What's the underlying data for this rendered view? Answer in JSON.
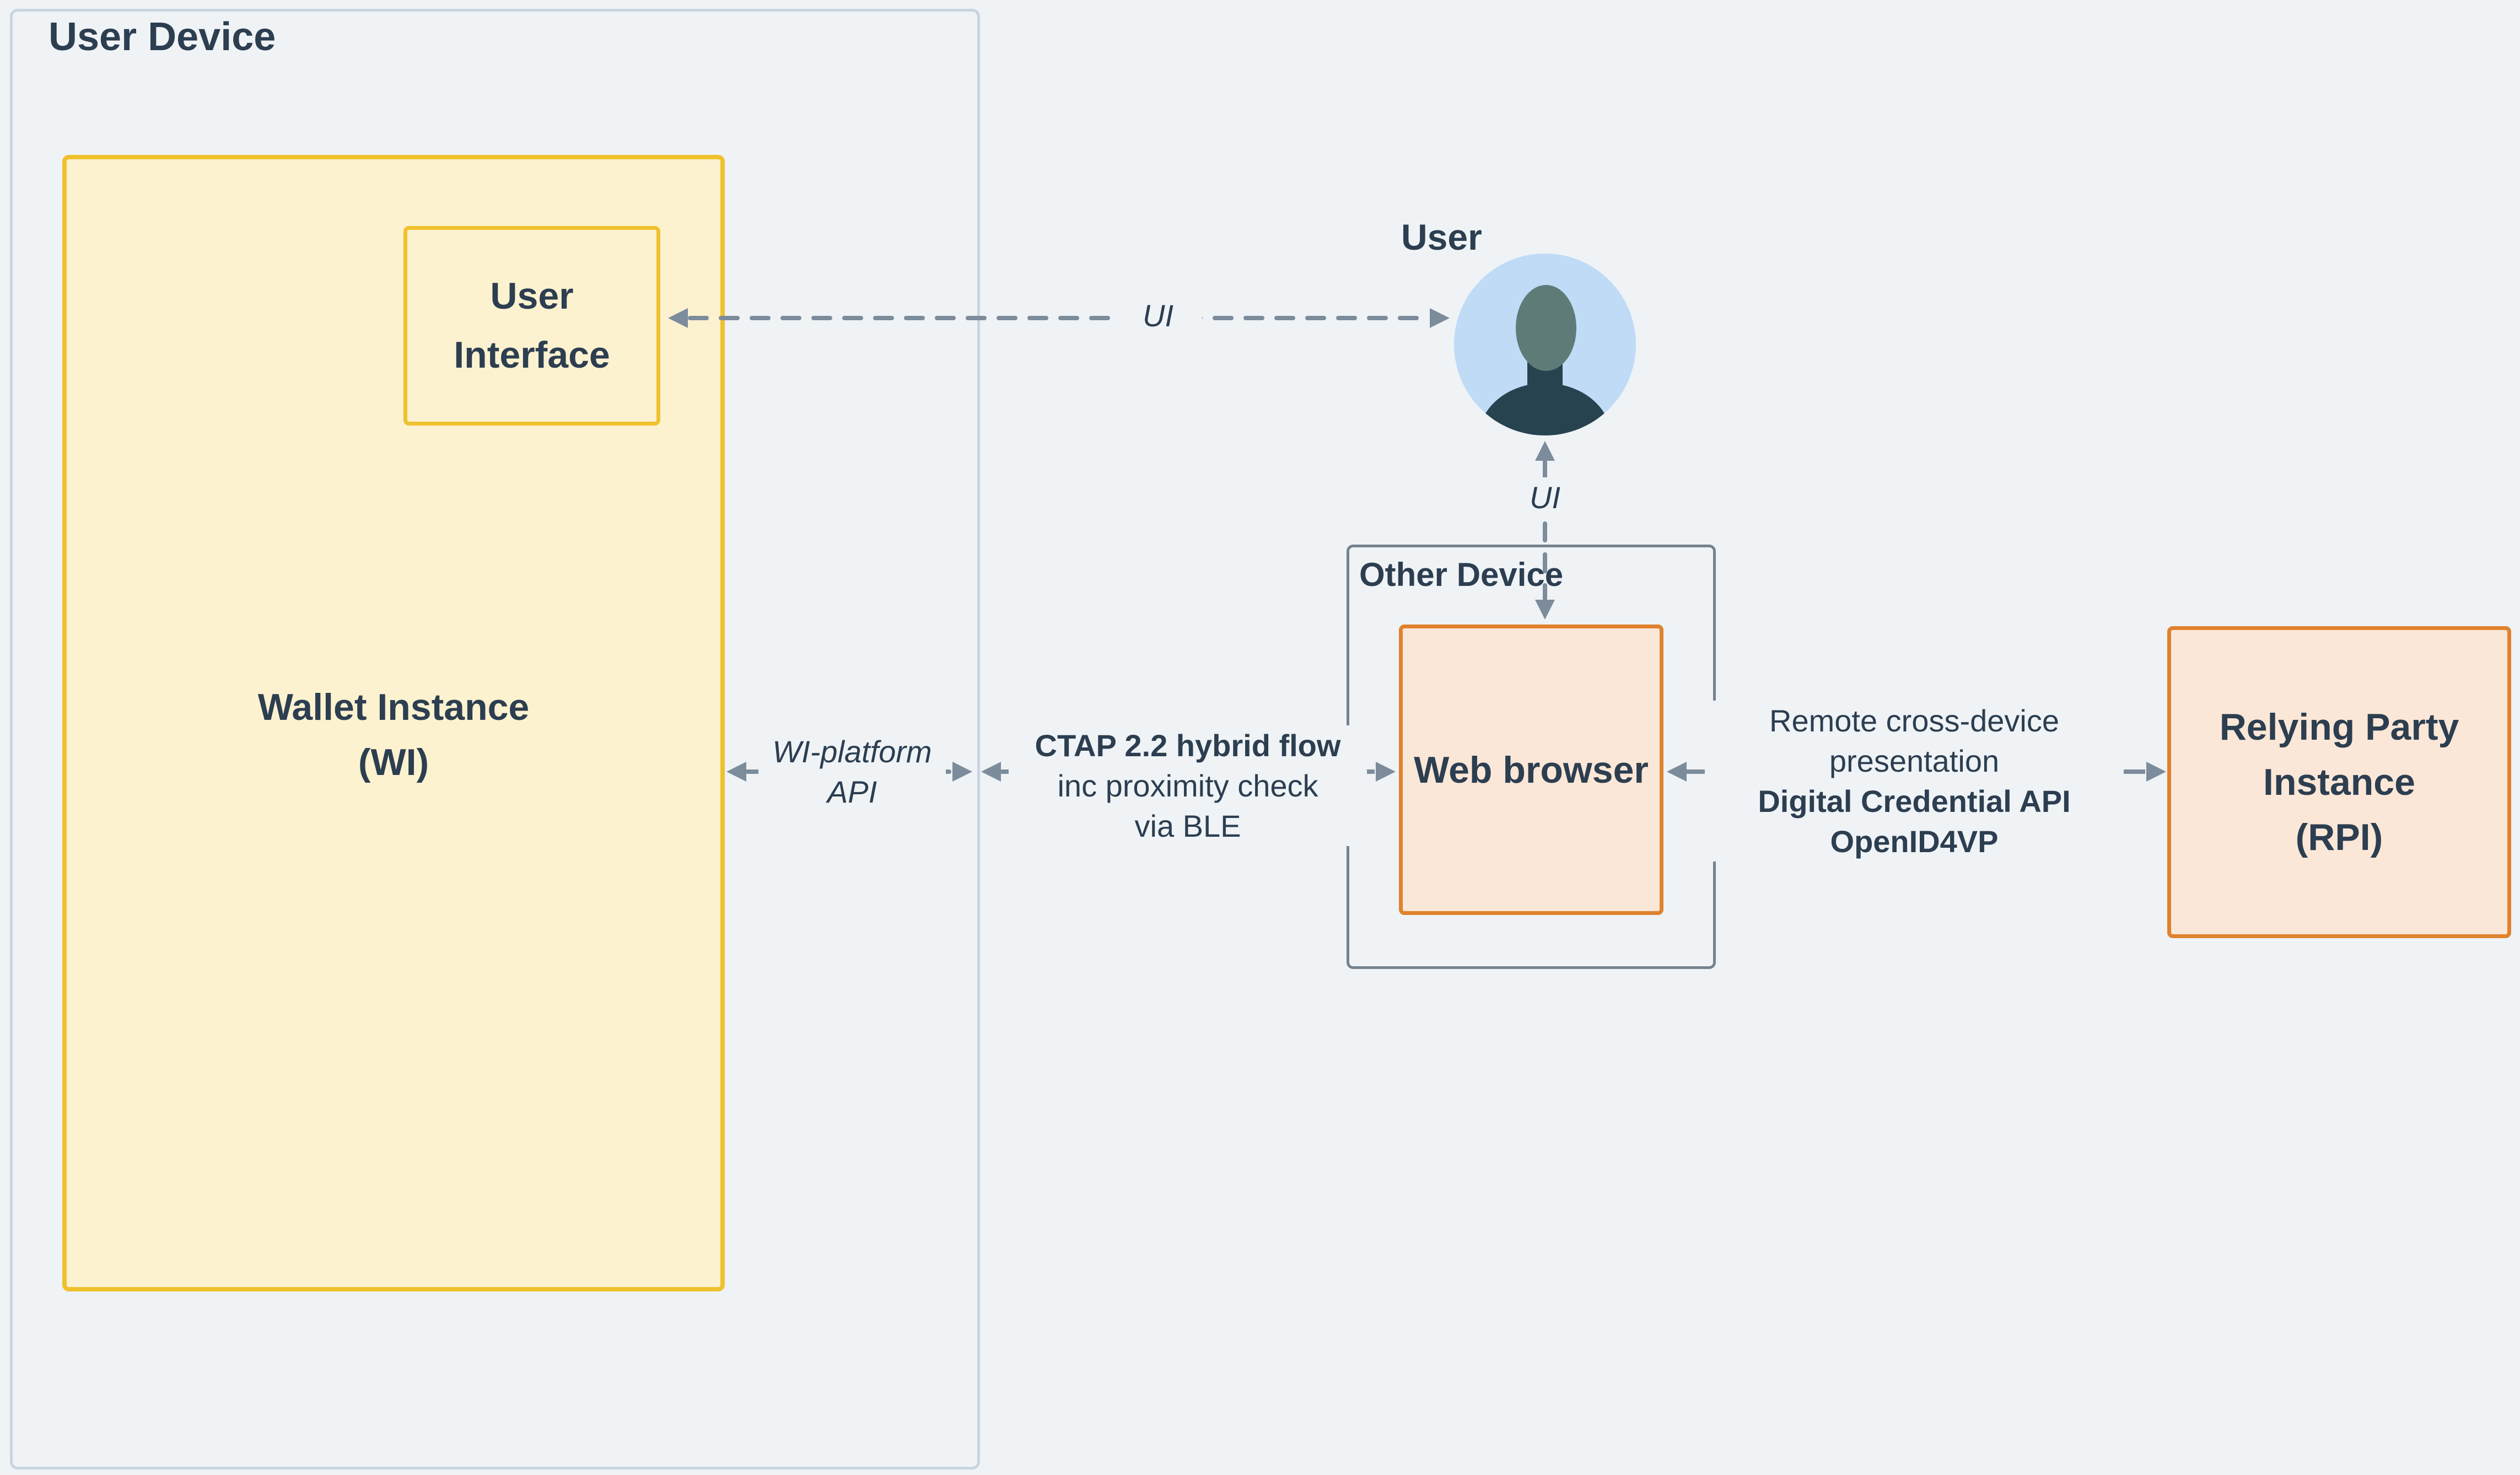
{
  "diagram": {
    "user_device": {
      "label": "User Device"
    },
    "wallet": {
      "line1": "Wallet Instance",
      "line2": "(WI)"
    },
    "user_interface": {
      "line1": "User",
      "line2": "Interface"
    },
    "user": {
      "label": "User"
    },
    "other_device": {
      "label": "Other Device"
    },
    "web_browser": {
      "label": "Web browser"
    },
    "rpi": {
      "line1": "Relying Party",
      "line2": "Instance",
      "line3": "(RPI)"
    },
    "connections": {
      "ui_horizontal": {
        "label": "UI"
      },
      "ui_vertical": {
        "label": "UI"
      },
      "wi_platform": {
        "line1": "WI-platform",
        "line2": "API"
      },
      "ctap": {
        "line1": "CTAP 2.2 hybrid flow",
        "line2": "inc proximity check",
        "line3": "via BLE"
      },
      "remote": {
        "line1": "Remote cross-device",
        "line2": "presentation",
        "line3": "Digital Credential API",
        "line4": "OpenID4VP"
      }
    }
  },
  "colors": {
    "background": "#eff3f6",
    "text_dark": "#2c3e50",
    "device_border": "#c9d4de",
    "other_device_border": "#75828e",
    "wallet_fill": "#fcf2d0",
    "wallet_border": "#f0c12e",
    "orange_fill": "#fbe7d7",
    "orange_border": "#e0822e",
    "arrow_gray": "#7d8c9b",
    "avatar_circle": "#bfdbf6",
    "avatar_head": "#5e7b78",
    "avatar_body": "#27434f"
  }
}
